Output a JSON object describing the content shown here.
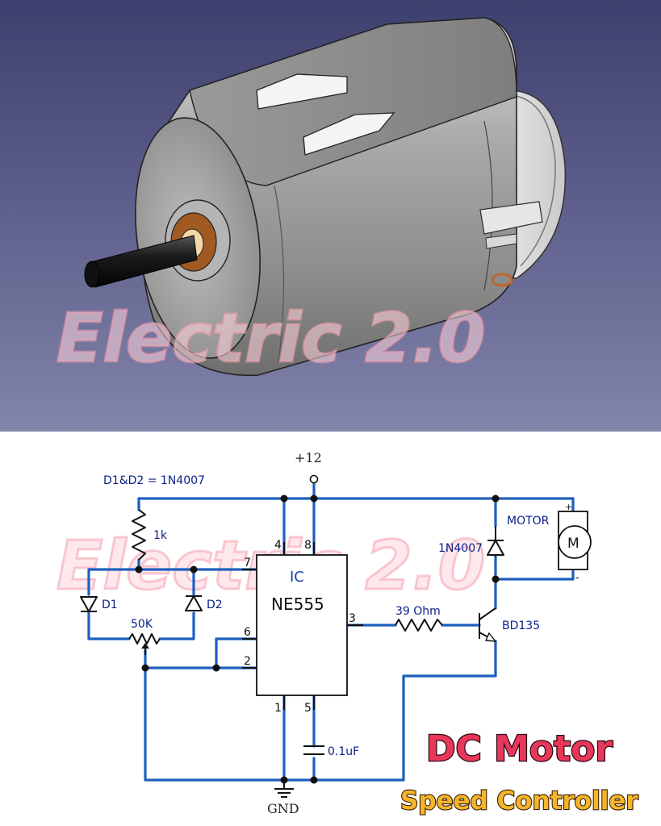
{
  "watermark": "Electric 2.0",
  "colors": {
    "wire": "#1d5fbf",
    "label": "#0a1f8a",
    "title_main": "#e8375a",
    "title_sub": "#f5b52a"
  },
  "schematic": {
    "supply_label": "+12",
    "ground_label": "GND",
    "diode_note": "D1&D2 = 1N4007",
    "resistor_1k": "1k",
    "diode_d1": "D1",
    "diode_d2": "D2",
    "pot_label": "50K",
    "ic_label": "IC",
    "ic_part": "NE555",
    "pins": {
      "p4": "4",
      "p8": "8",
      "p7": "7",
      "p6": "6",
      "p2": "2",
      "p3": "3",
      "p1": "1",
      "p5": "5"
    },
    "base_resistor": "39 Ohm",
    "transistor": "BD135",
    "flyback_diode": "1N4007",
    "motor_label": "MOTOR",
    "motor_symbol": "M",
    "motor_plus": "+",
    "motor_minus": "-",
    "capacitor": "0.1uF"
  },
  "title": {
    "line1": "DC Motor",
    "line2": "Speed Controller"
  }
}
